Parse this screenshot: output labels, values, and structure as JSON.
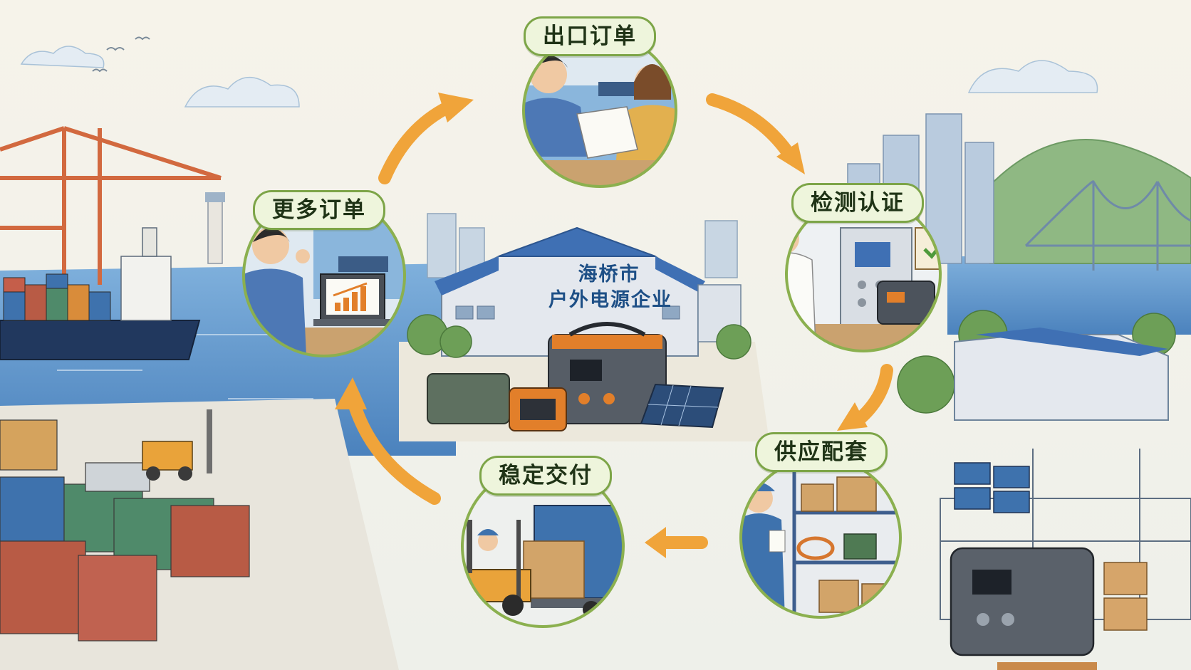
{
  "center": {
    "line1": "海桥市",
    "line2": "户外电源企业"
  },
  "cycle": {
    "nodes": [
      {
        "id": "export-orders",
        "label": "出口订单"
      },
      {
        "id": "testing-certification",
        "label": "检测认证"
      },
      {
        "id": "supply-support",
        "label": "供应配套"
      },
      {
        "id": "stable-delivery",
        "label": "稳定交付"
      },
      {
        "id": "more-orders",
        "label": "更多订单"
      }
    ]
  },
  "colors": {
    "arrow": "#f0a43a",
    "circle_border": "#8bb04f",
    "label_bg": "#eef5dc",
    "sea": "#5a8fc6",
    "roof": "#3f70b4",
    "container_blue": "#3e72ad",
    "container_red": "#b85b45",
    "container_green": "#4f8a6a",
    "power_station_orange": "#e27f2a"
  }
}
